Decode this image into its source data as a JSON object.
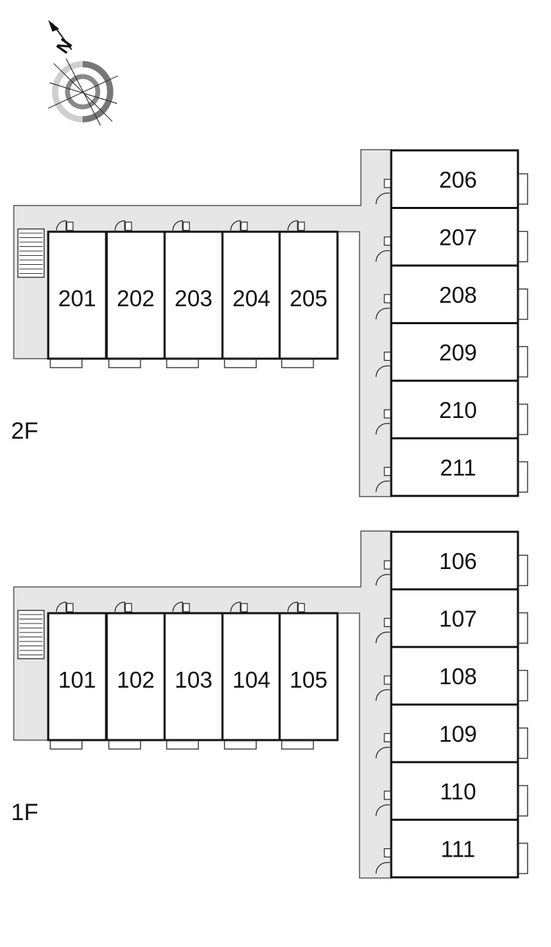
{
  "compass": {
    "label": "N",
    "icon": "compass-rose-icon"
  },
  "floors": [
    {
      "label": "2F",
      "row_units": [
        "201",
        "202",
        "203",
        "204",
        "205"
      ],
      "column_units": [
        "206",
        "207",
        "208",
        "209",
        "210",
        "211"
      ]
    },
    {
      "label": "1F",
      "row_units": [
        "101",
        "102",
        "103",
        "104",
        "105"
      ],
      "column_units": [
        "106",
        "107",
        "108",
        "109",
        "110",
        "111"
      ]
    }
  ],
  "colors": {
    "corridor": "#e6e6e6",
    "walls": "#111111"
  }
}
